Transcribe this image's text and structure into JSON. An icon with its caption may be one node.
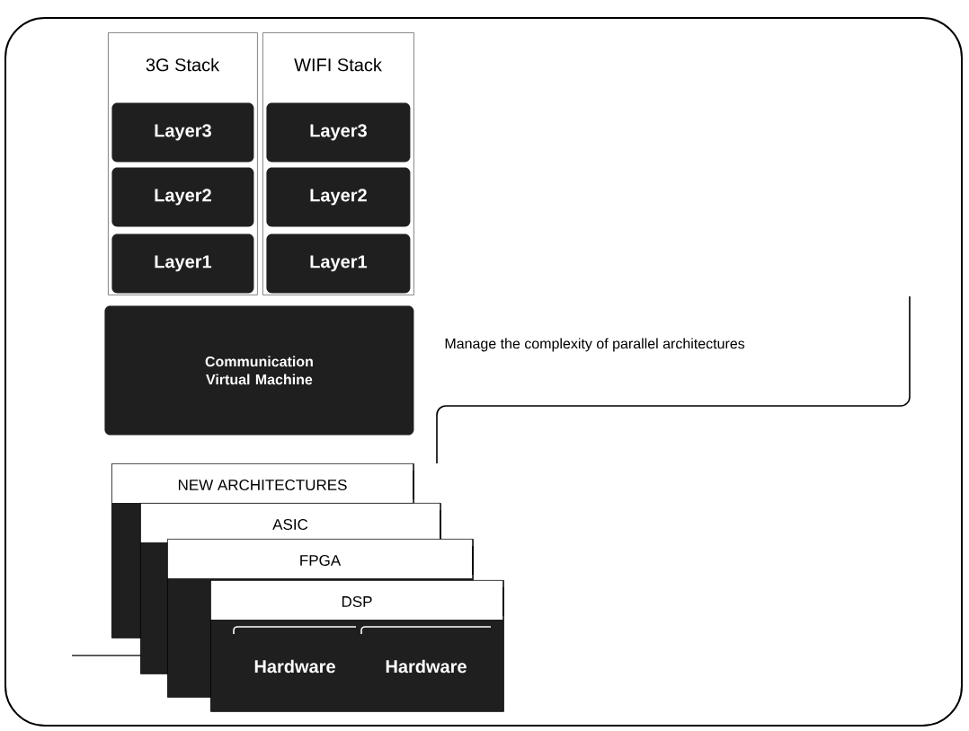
{
  "diagram": {
    "nodes": [
      {
        "text": [
          "3G Stack"
        ]
      },
      {
        "text": [
          "Layer3"
        ],
        "in": 0
      },
      {
        "text": [
          "Layer2"
        ],
        "in": 0
      },
      {
        "text": [
          "Layer1"
        ],
        "in": 0
      },
      {
        "text": [
          "WIFI Stack"
        ]
      },
      {
        "text": [
          "Layer3"
        ],
        "in": 4
      },
      {
        "text": [
          "Layer2"
        ],
        "in": 4
      },
      {
        "text": [
          "Layer1"
        ],
        "in": 4
      },
      {
        "text": [
          "Communication Virtual Machine"
        ]
      },
      {
        "text": [
          "NEW ARCHITECTURES"
        ]
      },
      {
        "text": [
          "ASIC"
        ]
      },
      {
        "text": [
          "FPGA"
        ]
      },
      {
        "text": [
          "DSP"
        ]
      },
      {
        "text": [
          "Hardware"
        ]
      },
      {
        "text": [
          "Hardware"
        ],
        "in": 12
      }
    ],
    "labels": [
      "Manage the complexity of parallel architectures"
    ]
  }
}
